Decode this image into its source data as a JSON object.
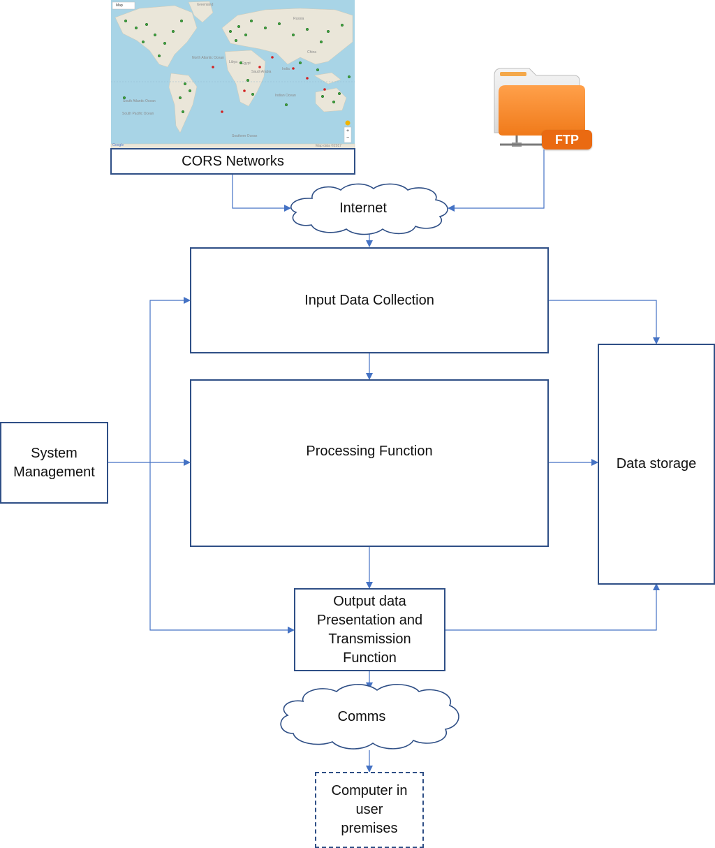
{
  "nodes": {
    "cors": "CORS Networks",
    "internet": "Internet",
    "input": "Input Data Collection",
    "processing": "Processing Function",
    "system_management": "System\nManagement",
    "data_storage": "Data storage",
    "output": "Output data\nPresentation and\nTransmission\nFunction",
    "comms": "Comms",
    "computer": "Computer in\nuser\npremises"
  },
  "ftp_badge": "FTP",
  "map": {
    "type_control": "Map",
    "labels": [
      "Greenland",
      "North Atlantic Ocean",
      "South Atlantic Ocean",
      "Indian Ocean",
      "Southern Ocean",
      "Russia",
      "Libya",
      "Egypt",
      "Saudi Arabia",
      "India",
      "China",
      "South Pacific Ocean"
    ],
    "footer": "Google",
    "attribution": "Map data ©2017",
    "zoom_in": "+",
    "zoom_out": "−"
  },
  "colors": {
    "border": "#2f4f86",
    "arrow": "#4472c4",
    "ocean": "#a8d4e6",
    "land": "#eae6d9",
    "ftp_orange": "#ea6a12"
  }
}
